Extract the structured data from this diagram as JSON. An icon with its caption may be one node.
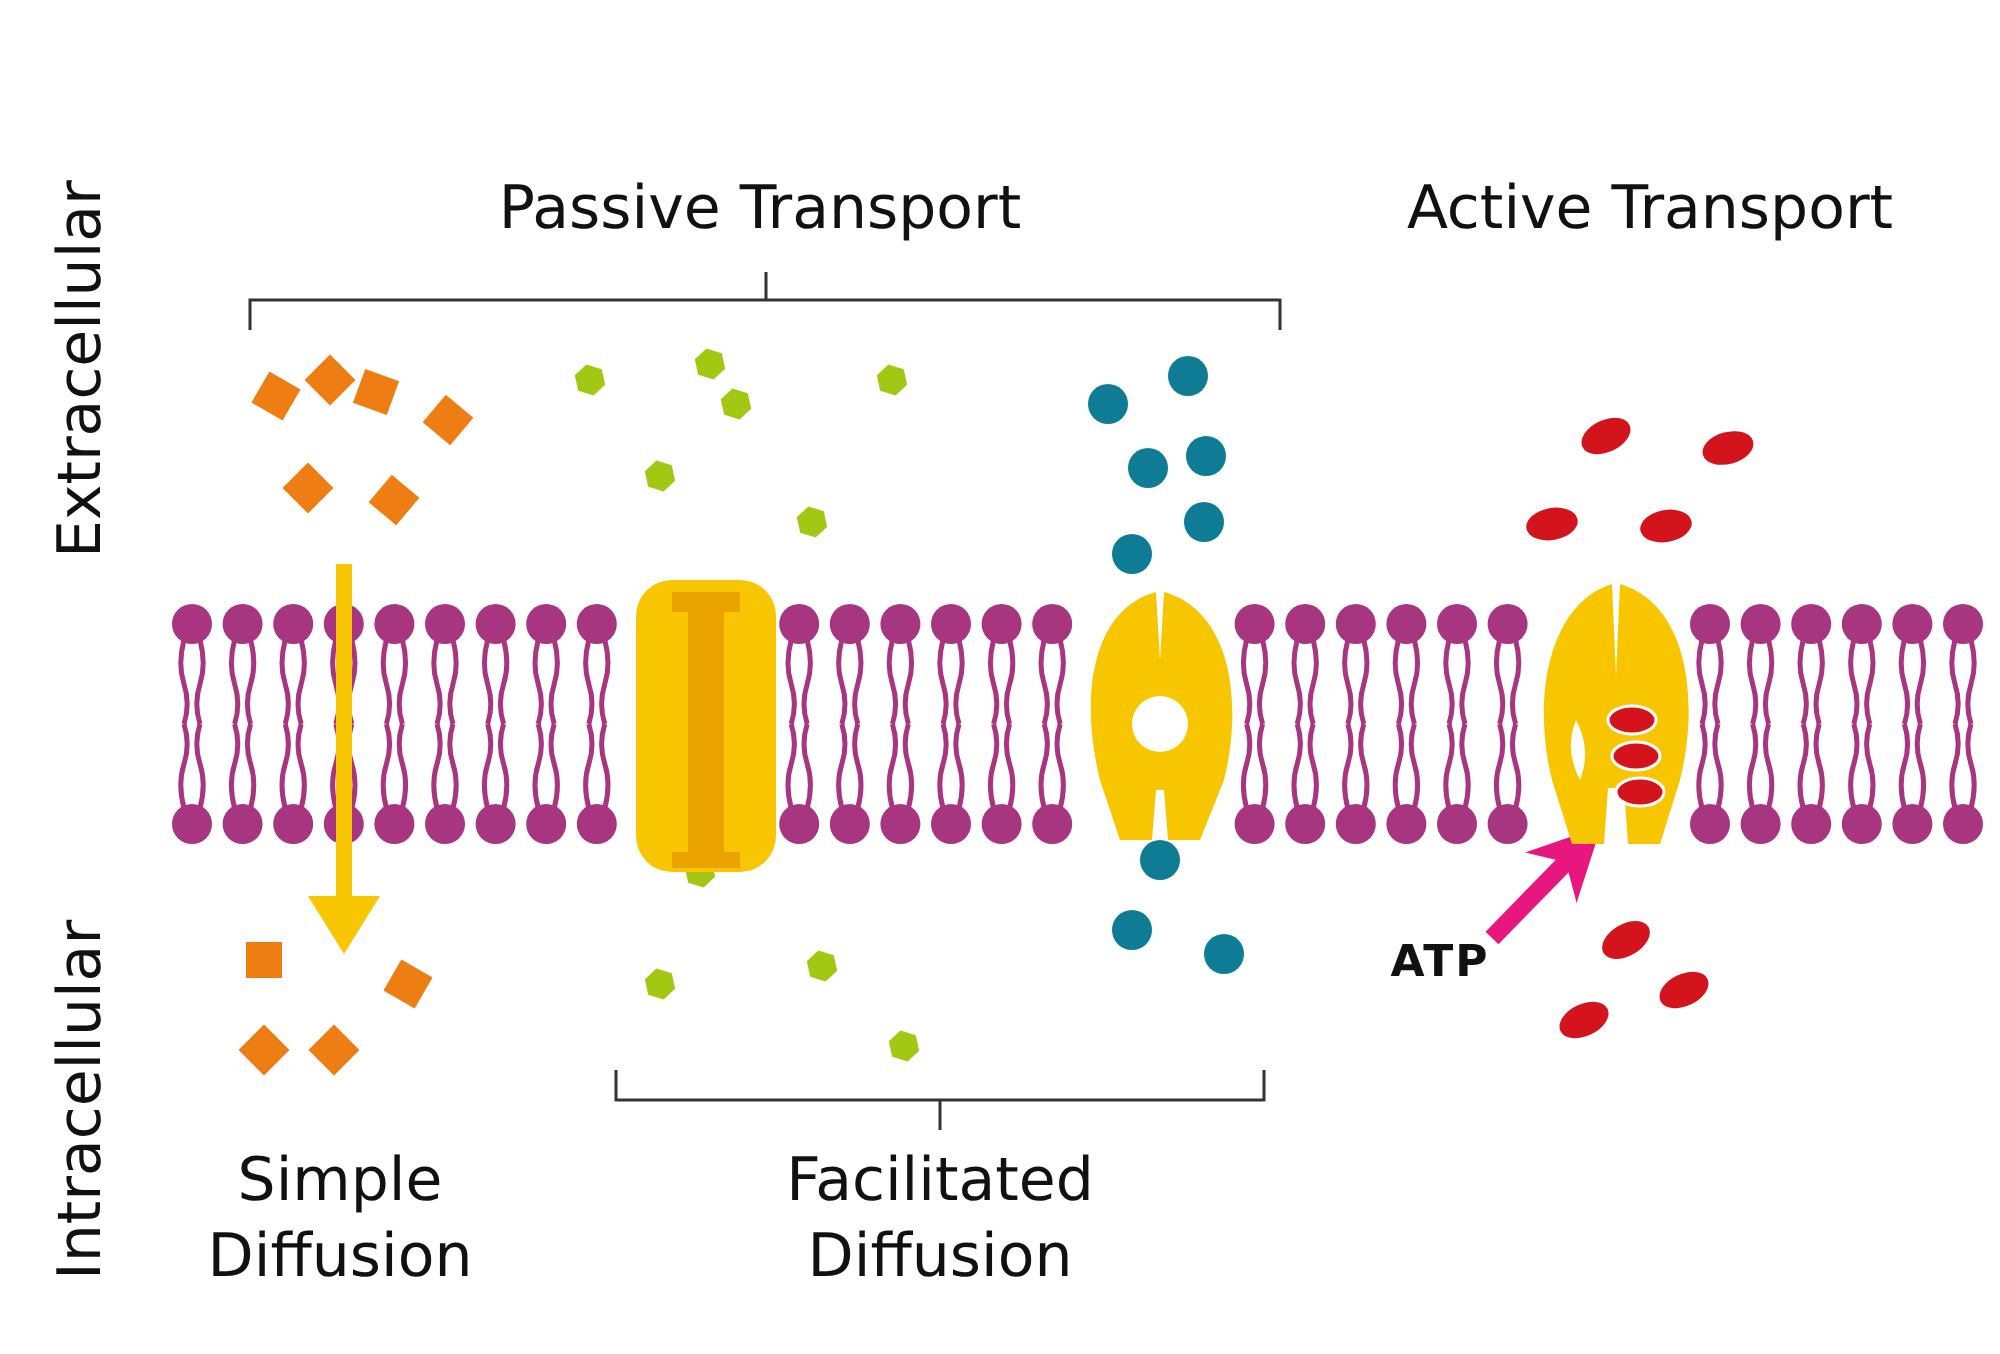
{
  "diagram": {
    "nodes": [
      {
        "text": [],
        "shape": "picture"
      },
      {
        "text": [],
        "shape": "picture"
      },
      {
        "text": [
          "ATP"
        ]
      },
      {
        "text": [],
        "shape": "picture"
      }
    ],
    "edges": [
      {
        "from": 2,
        "to": 3,
        "arrow": "to",
        "color": "#e8177f"
      }
    ],
    "labels": [
      "Extracellular",
      "Passive Transport",
      "Active Transport",
      "Intracellular",
      "Simple Diffusion",
      "Facilitated Diffusion"
    ]
  }
}
